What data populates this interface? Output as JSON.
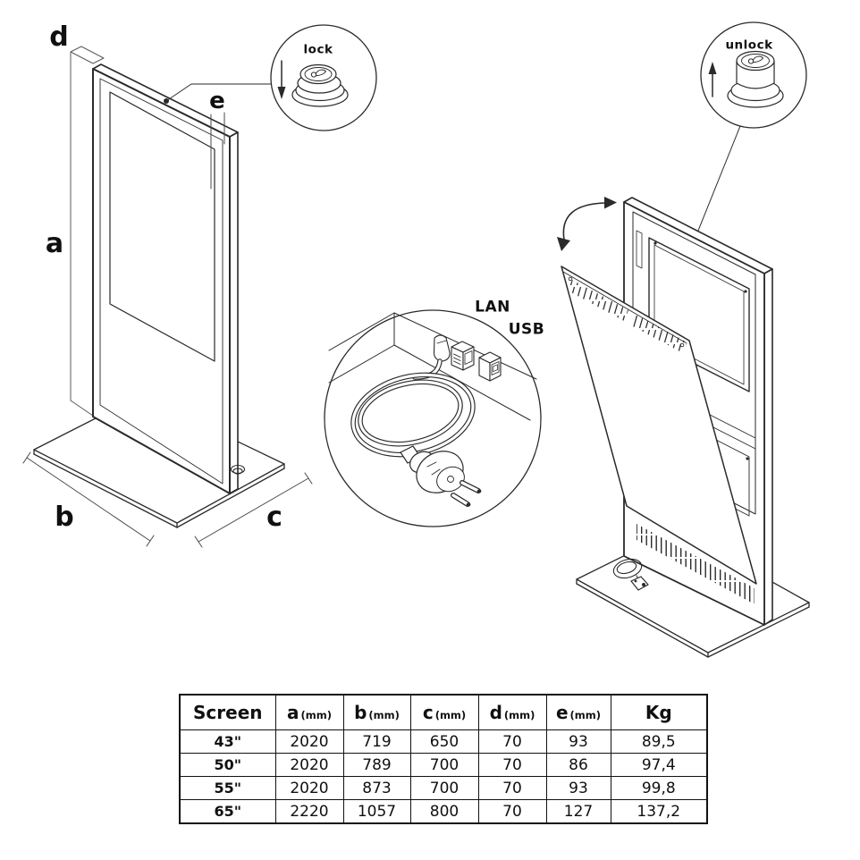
{
  "labels": {
    "dim_d": "d",
    "dim_a": "a",
    "dim_e": "e",
    "dim_b": "b",
    "dim_c": "c",
    "lock": "lock",
    "unlock": "unlock",
    "lan": "LAN",
    "usb": "USB"
  },
  "colors": {
    "line": "#222222",
    "thin_line": "#4a4a4a",
    "text": "#101010"
  },
  "table": {
    "headers": [
      {
        "label": "Screen",
        "unit": ""
      },
      {
        "label": "a",
        "unit": "(mm)"
      },
      {
        "label": "b",
        "unit": "(mm)"
      },
      {
        "label": "c",
        "unit": "(mm)"
      },
      {
        "label": "d",
        "unit": "(mm)"
      },
      {
        "label": "e",
        "unit": "(mm)"
      },
      {
        "label": "Kg",
        "unit": ""
      }
    ],
    "rows": [
      {
        "screen": "43\"",
        "a": "2020",
        "b": "719",
        "c": "650",
        "d": "70",
        "e": "93",
        "kg": "89,5"
      },
      {
        "screen": "50\"",
        "a": "2020",
        "b": "789",
        "c": "700",
        "d": "70",
        "e": "86",
        "kg": "97,4"
      },
      {
        "screen": "55\"",
        "a": "2020",
        "b": "873",
        "c": "700",
        "d": "70",
        "e": "93",
        "kg": "99,8"
      },
      {
        "screen": "65\"",
        "a": "2220",
        "b": "1057",
        "c": "800",
        "d": "70",
        "e": "127",
        "kg": "137,2"
      }
    ]
  }
}
